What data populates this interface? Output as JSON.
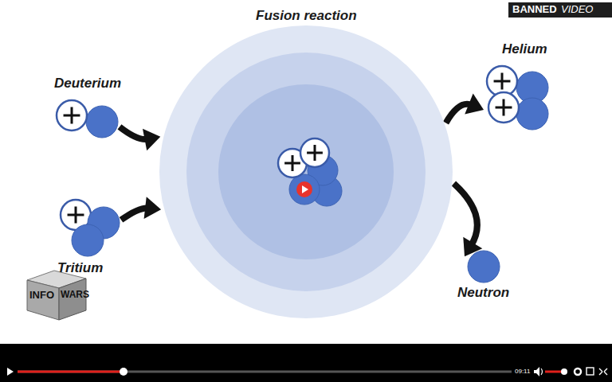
{
  "diagram": {
    "nodes": [
      {
        "text": [
          "Deuterium"
        ]
      },
      {
        "text": [
          "Tritium"
        ]
      },
      {
        "text": [
          "Fusion reaction"
        ]
      },
      {
        "text": [
          "Helium"
        ]
      },
      {
        "text": [
          "Neutron"
        ]
      }
    ],
    "edges": [
      {
        "from": 0,
        "to": 2,
        "arrow": "to"
      },
      {
        "from": 1,
        "to": 2,
        "arrow": "to"
      },
      {
        "from": 2,
        "to": 3,
        "arrow": "to"
      },
      {
        "from": 2,
        "to": 4,
        "arrow": "to"
      }
    ],
    "labels": [
      "BANNED",
      "VIDEO",
      "INFO",
      "WARS",
      "09:11"
    ]
  }
}
